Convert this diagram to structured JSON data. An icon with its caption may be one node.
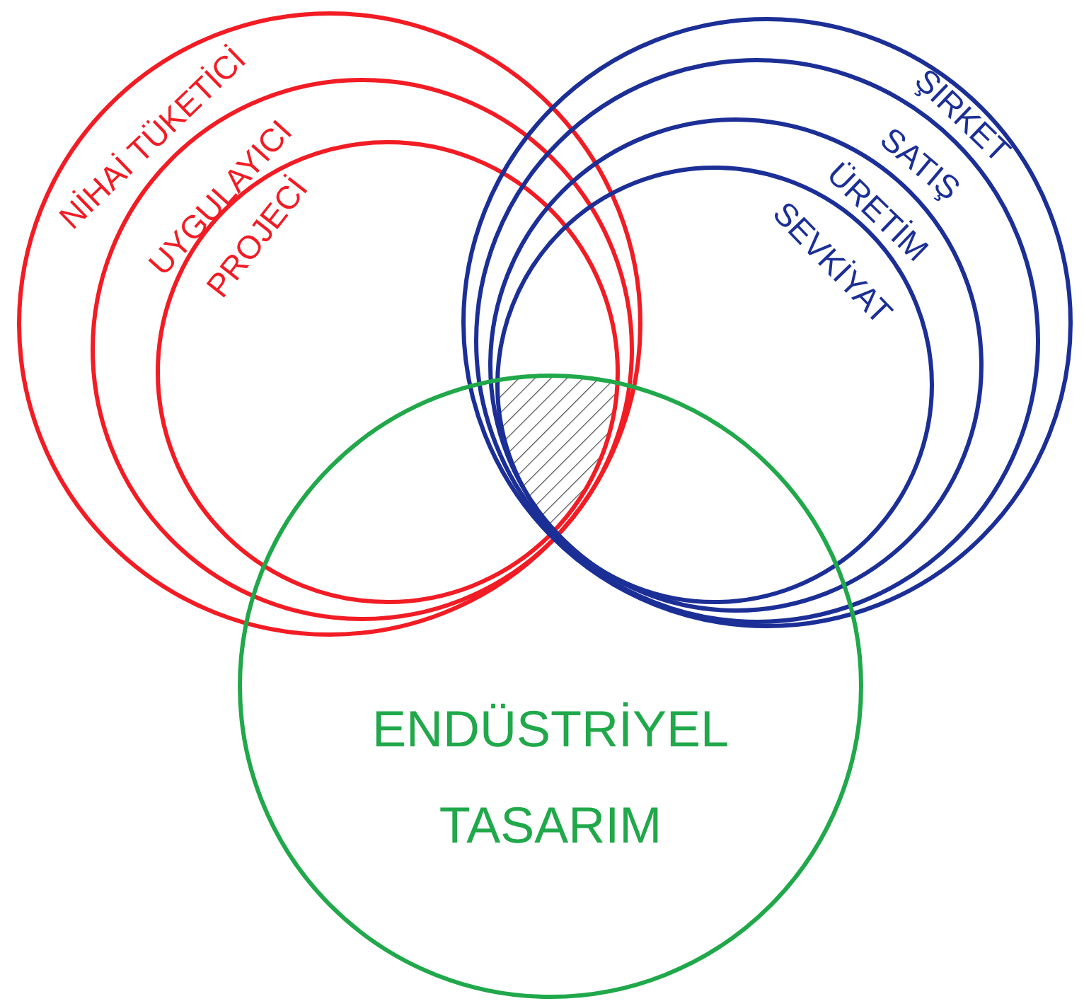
{
  "diagram": {
    "nodes": [
      {
        "text": [
          "NİHAİ TÜKETİCİ"
        ]
      },
      {
        "text": [
          "UYGULAYICI"
        ],
        "in": 0
      },
      {
        "text": [
          "PROJECİ"
        ],
        "in": 1
      },
      {
        "text": [
          "ŞİRKET"
        ]
      },
      {
        "text": [
          "SATIŞ"
        ],
        "in": 3
      },
      {
        "text": [
          "ÜRETİM"
        ],
        "in": 4
      },
      {
        "text": [
          "SEVKİYAT"
        ],
        "in": 5
      },
      {
        "text": [
          "ENDÜSTRİYEL TASARIM"
        ]
      },
      {
        "text": [],
        "shape": "hatch"
      }
    ],
    "edges": []
  }
}
